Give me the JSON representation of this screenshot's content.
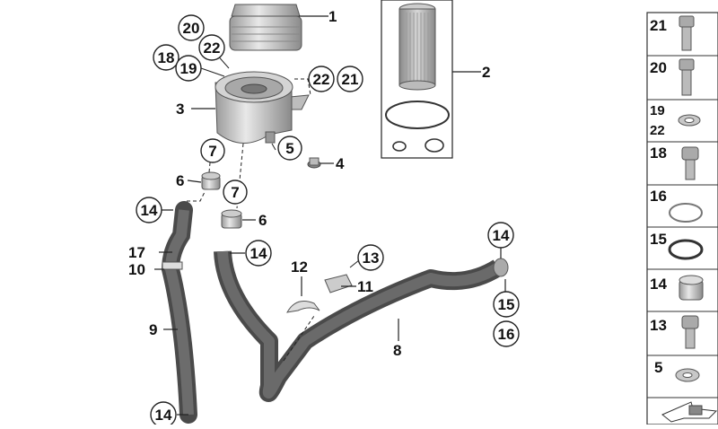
{
  "callouts": {
    "c1": "1",
    "c2": "2",
    "c3": "3",
    "c4": "4",
    "c5": "5",
    "c6a": "6",
    "c6b": "6",
    "c7a": "7",
    "c7b": "7",
    "c8": "8",
    "c9": "9",
    "c10": "10",
    "c11": "11",
    "c12": "12",
    "c13": "13",
    "c14a": "14",
    "c14b": "14",
    "c14c": "14",
    "c14d": "14",
    "c15": "15",
    "c16": "16",
    "c17": "17",
    "c18": "18",
    "c19": "19",
    "c20": "20",
    "c21": "21",
    "c22a": "22",
    "c22b": "22"
  },
  "legend": {
    "items": [
      "21",
      "20",
      "19",
      "22",
      "18",
      "16",
      "15",
      "14",
      "13",
      "5"
    ]
  }
}
